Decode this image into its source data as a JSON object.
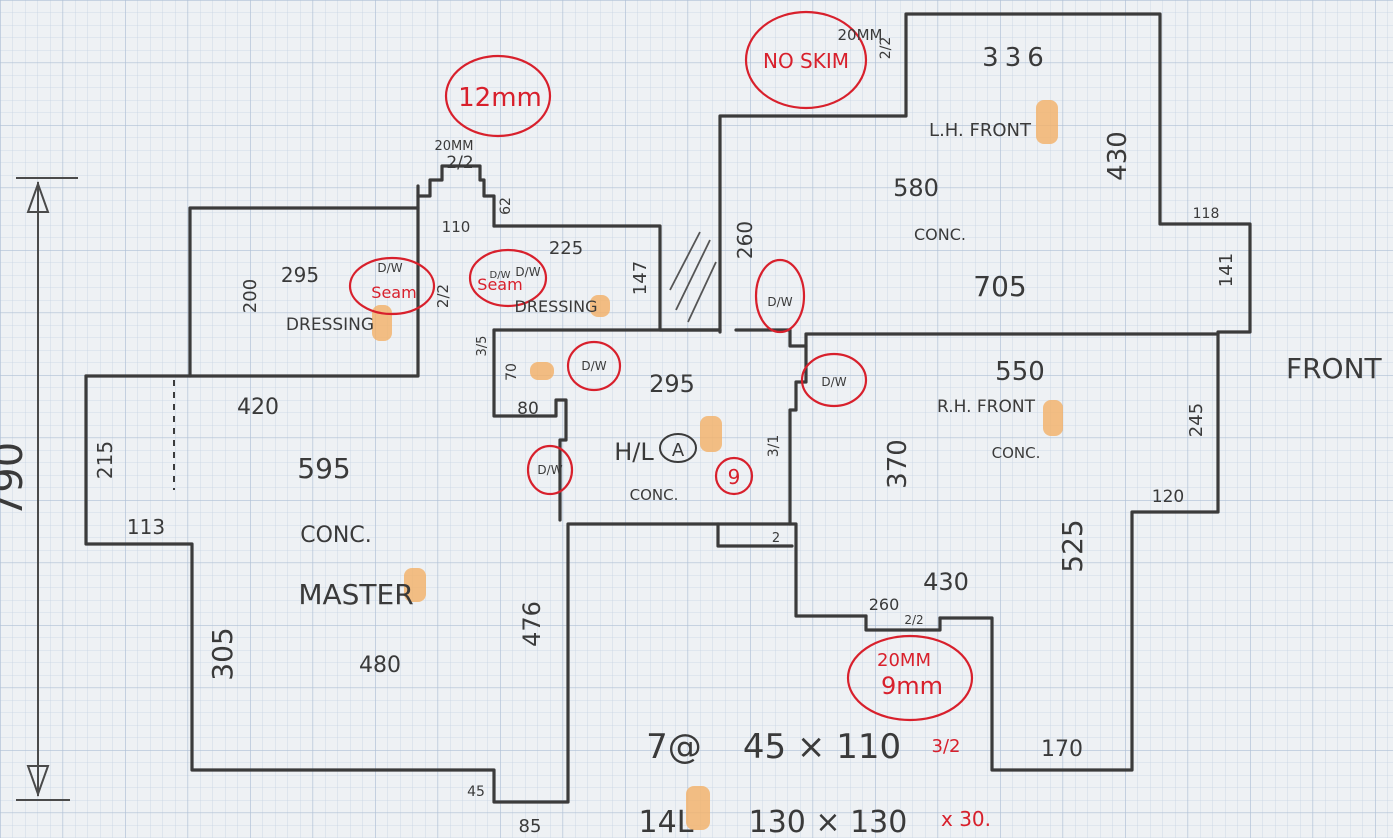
{
  "overall": {
    "height_label": "790",
    "front_label": "FRONT"
  },
  "master": {
    "name": "MASTER",
    "floor": "CONC.",
    "area": "595",
    "width_top": "420",
    "width_bottom": "480",
    "left_upper": "215",
    "step": "113",
    "left_lower": "305",
    "right": "476",
    "corner_a": "45",
    "corner_b": "85"
  },
  "dressing_left": {
    "name": "DRESSING",
    "width": "295",
    "height": "200",
    "stair": "110",
    "stair_w": "2/2",
    "stair_mm": "20MM",
    "stair_side": "62",
    "door_w": "2/2"
  },
  "dressing_right": {
    "name": "DRESSING",
    "width": "225",
    "height": "147",
    "small_a": "70",
    "small_b": "80",
    "small_c": "3/5"
  },
  "hall": {
    "name": "H/L",
    "badge": "A",
    "floor": "CONC.",
    "width": "295",
    "height": "260",
    "side": "3/1",
    "step": "2"
  },
  "lh_front": {
    "name": "L.H. FRONT",
    "floor": "CONC.",
    "top": "336",
    "mid": "580",
    "bottom": "705",
    "right": "430",
    "notch": "118",
    "notch_h": "141",
    "top_step": "20MM",
    "step_w": "2/2"
  },
  "rh_front": {
    "name": "R.H. FRONT",
    "floor": "CONC.",
    "top": "550",
    "left": "370",
    "right": "245",
    "notch": "120",
    "right_lower": "525",
    "bottom": "430",
    "entry": "260",
    "entry_w": "2/2",
    "foot": "170"
  },
  "door_marks": [
    "D/W",
    "D/W",
    "D/W",
    "D/W",
    "D/W",
    "D/W",
    "D/W"
  ],
  "red_notes": {
    "no_skim": "NO SKIM",
    "mm12": "12mm",
    "seam1": "Seam",
    "seam2": "Seam",
    "mm20": "20MM",
    "mm9": "9mm",
    "nine": "9",
    "x32": "3/2",
    "x30": "x 30."
  },
  "notes": {
    "line1_a": "7@",
    "line1_b": "45 × 110",
    "line2_a": "14L",
    "line2_b": "130 × 130"
  },
  "colors": {
    "pencil": "#3a3a3a",
    "red_pen": "#d8202c",
    "highlight": "#f3b066",
    "grid": "#b8c8dc"
  }
}
